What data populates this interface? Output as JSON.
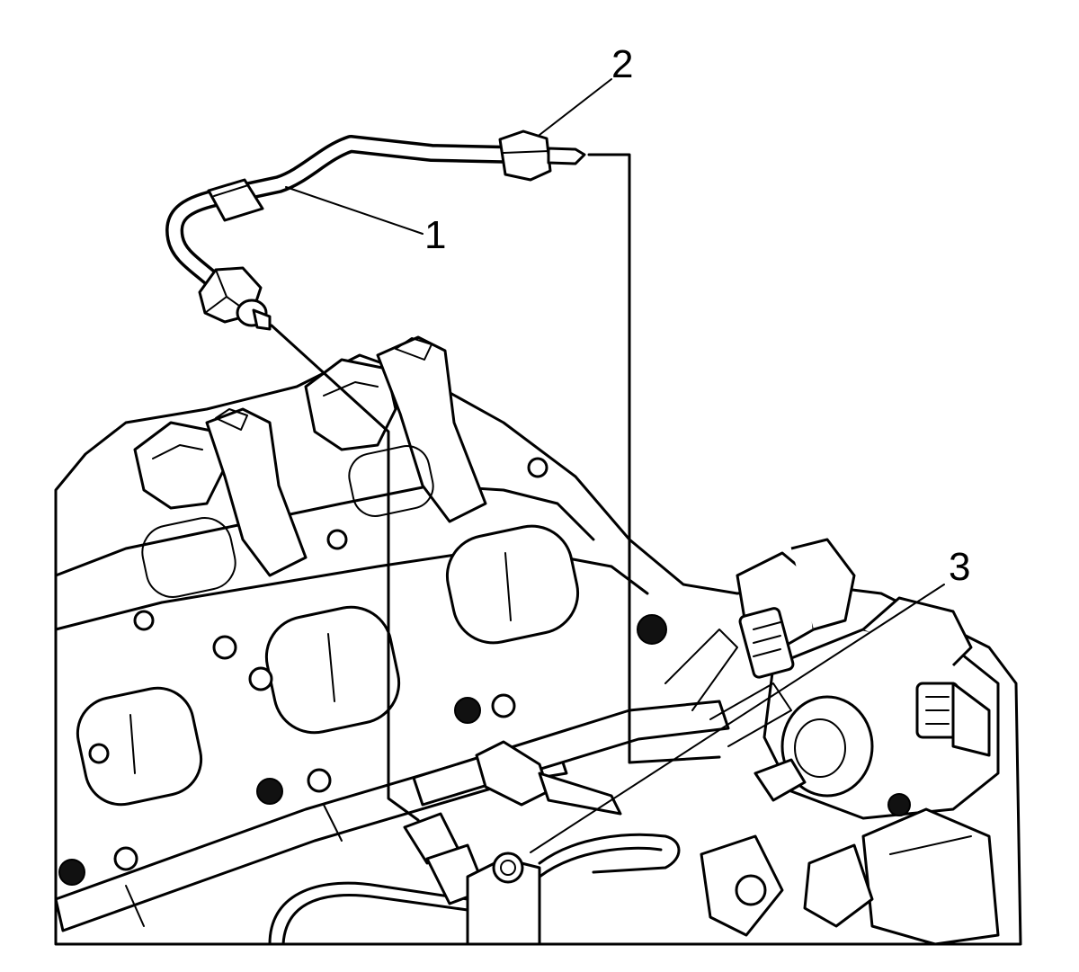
{
  "callouts": [
    {
      "id": 1,
      "label": "1"
    },
    {
      "id": 2,
      "label": "2"
    },
    {
      "id": 3,
      "label": "3"
    }
  ],
  "colors": {
    "ink": "#000000",
    "paper": "#ffffff"
  }
}
